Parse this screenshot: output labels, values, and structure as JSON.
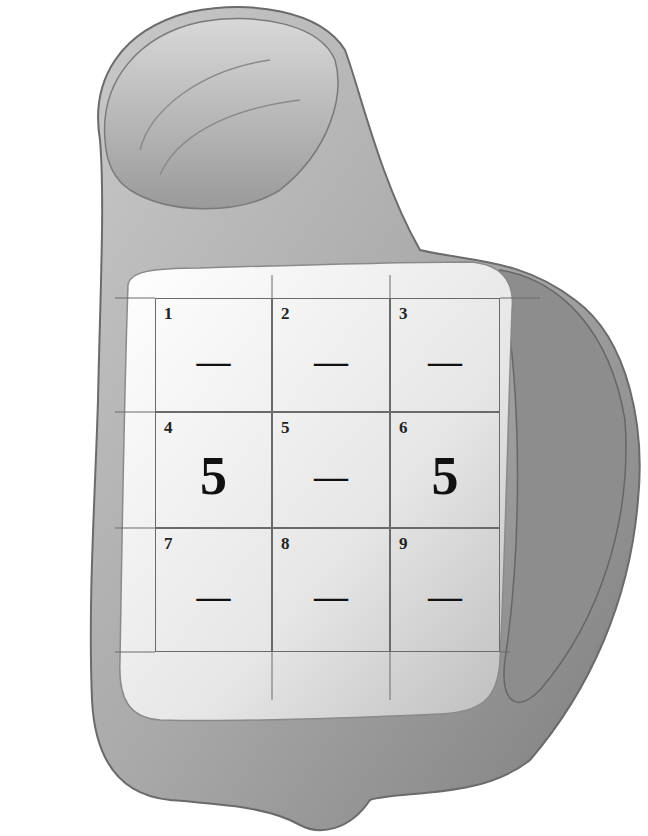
{
  "diagram": {
    "nodes": [
      {
        "text": [
          "1",
          "—"
        ]
      },
      {
        "text": [
          "2",
          "—"
        ]
      },
      {
        "text": [
          "3",
          "—"
        ]
      },
      {
        "text": [
          "4",
          "5"
        ]
      },
      {
        "text": [
          "5",
          "—"
        ]
      },
      {
        "text": [
          "6",
          "5"
        ]
      },
      {
        "text": [
          "7",
          "—"
        ]
      },
      {
        "text": [
          "8",
          "—"
        ]
      },
      {
        "text": [
          "9",
          "—"
        ]
      }
    ]
  }
}
